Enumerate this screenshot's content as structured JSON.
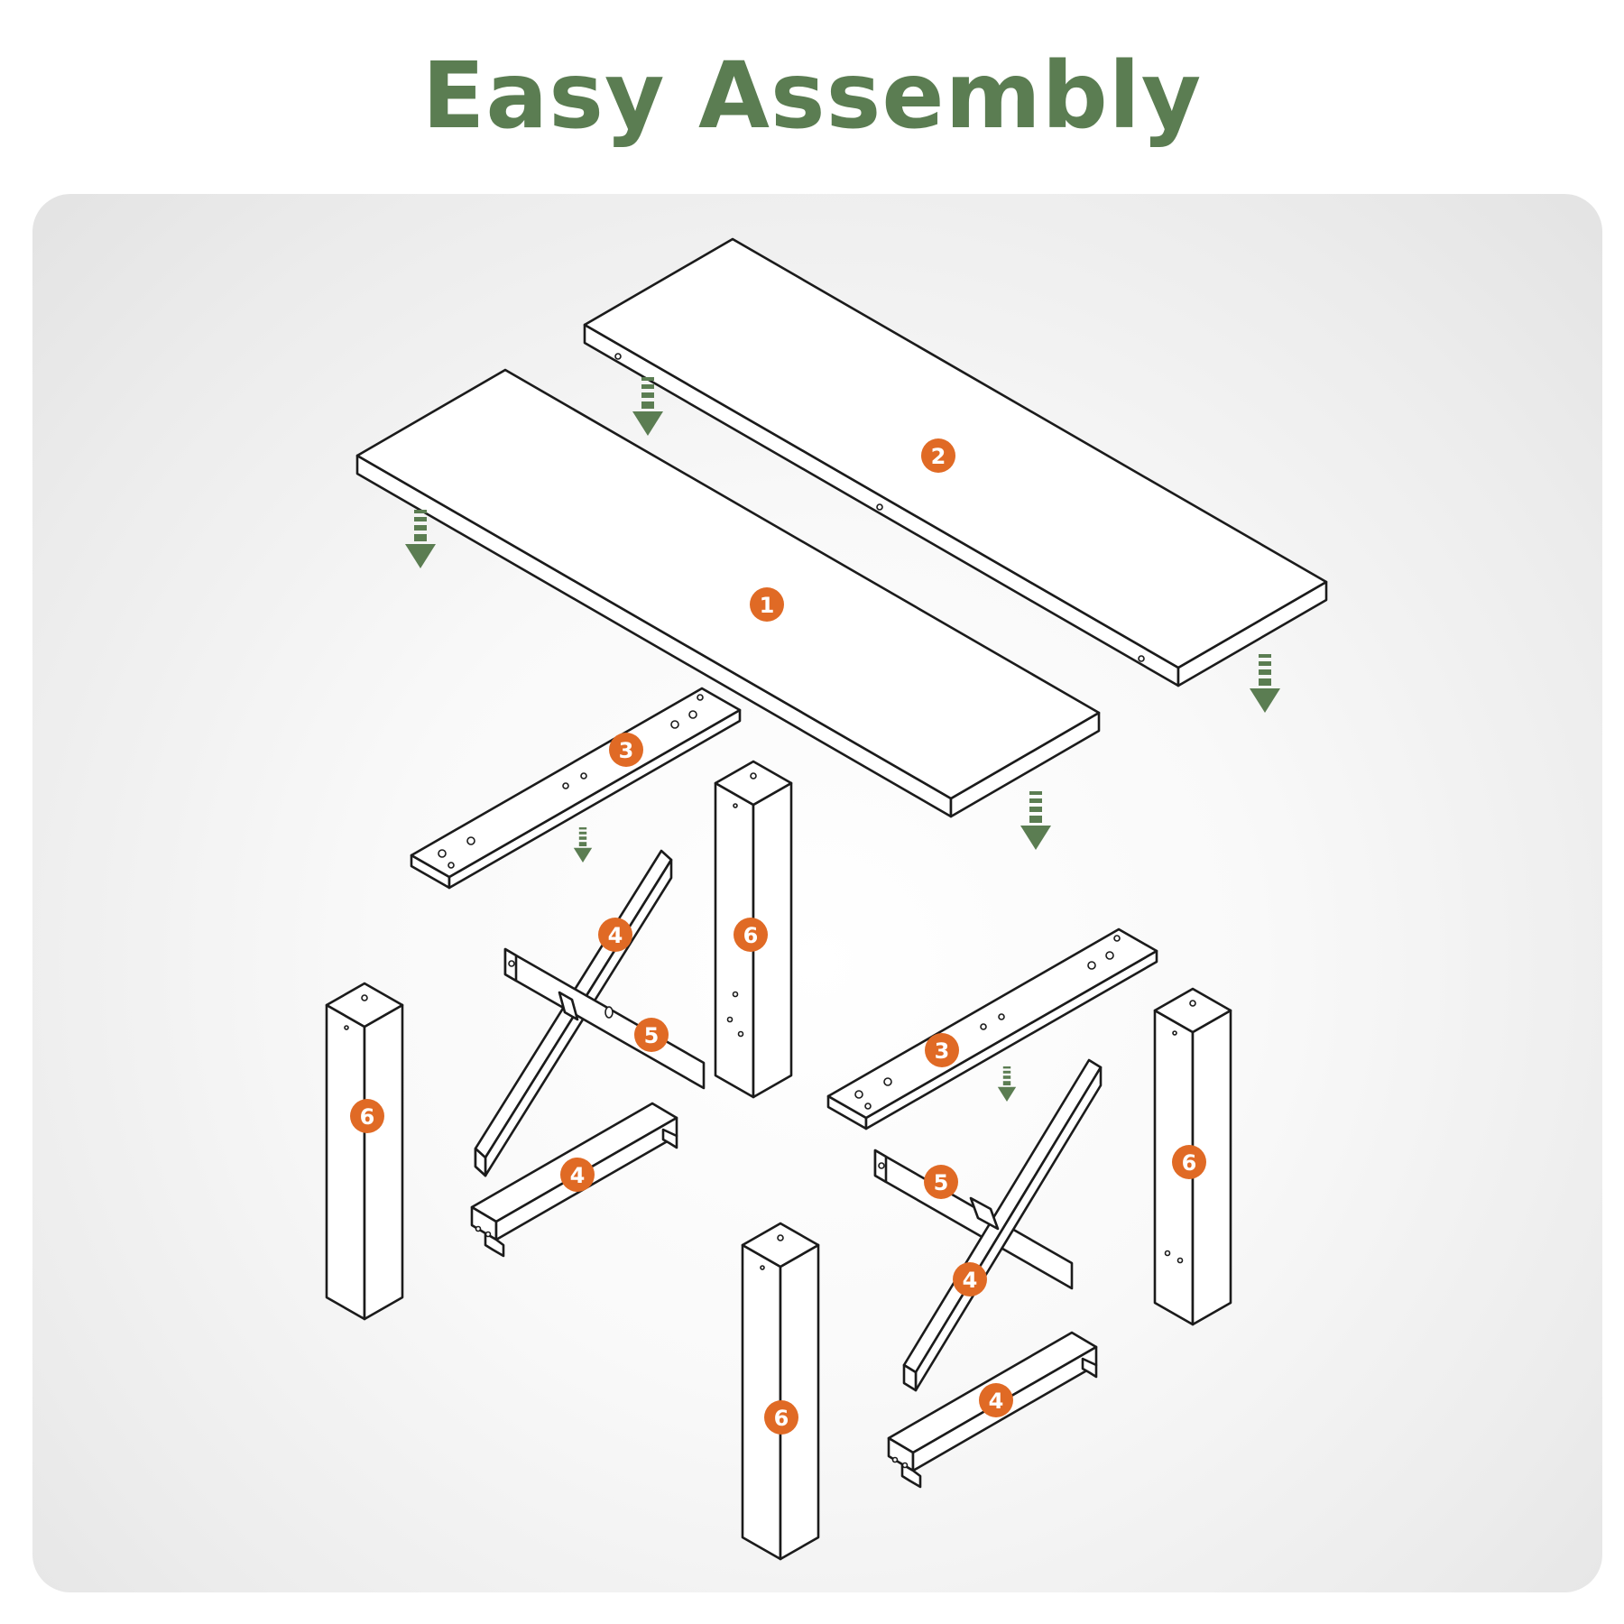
{
  "title": "Easy Assembly",
  "colors": {
    "title": "#5b7d52",
    "arrow": "#5b7d52",
    "badge": "#e06a25",
    "line": "#1b1b1b",
    "panel": "#ececec"
  },
  "parts": {
    "tabletop_1": "1",
    "tabletop_2": "2",
    "upper_rail_left": "3",
    "upper_rail_right": "3",
    "diagonal_brace_left": "4",
    "foot_rail_left": "4",
    "diagonal_brace_right": "4",
    "foot_rail_right": "4",
    "cross_brace_left": "5",
    "cross_brace_right": "5",
    "leg_back_left": "6",
    "leg_front_left": "6",
    "leg_back_right": "6",
    "leg_front_right": "6"
  },
  "icons": [
    "down-arrow-icon"
  ]
}
